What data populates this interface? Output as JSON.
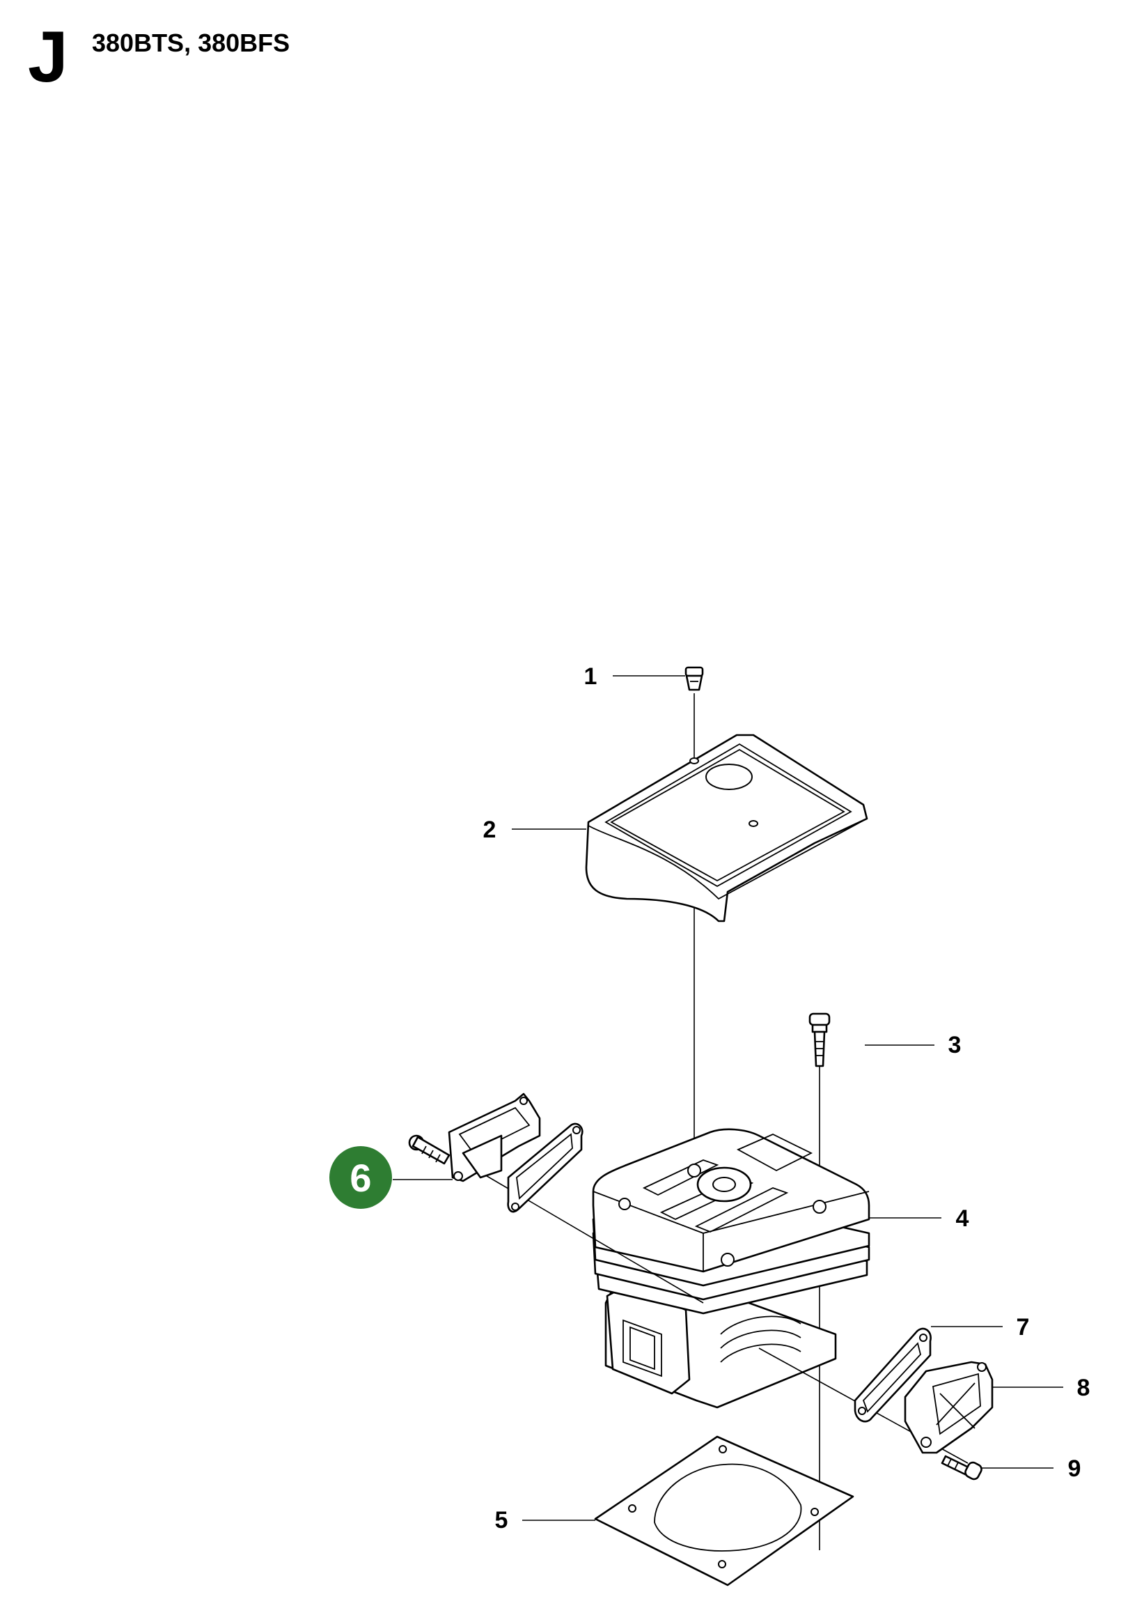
{
  "header": {
    "section_letter": "J",
    "models": "380BTS, 380BFS"
  },
  "colors": {
    "highlight": "#2e7d32",
    "line": "#000000",
    "background": "#ffffff"
  },
  "callouts": [
    {
      "number": "1",
      "highlighted": false
    },
    {
      "number": "2",
      "highlighted": false
    },
    {
      "number": "3",
      "highlighted": false
    },
    {
      "number": "4",
      "highlighted": false
    },
    {
      "number": "5",
      "highlighted": false
    },
    {
      "number": "6",
      "highlighted": true
    },
    {
      "number": "7",
      "highlighted": false
    },
    {
      "number": "8",
      "highlighted": false
    },
    {
      "number": "9",
      "highlighted": false
    }
  ]
}
